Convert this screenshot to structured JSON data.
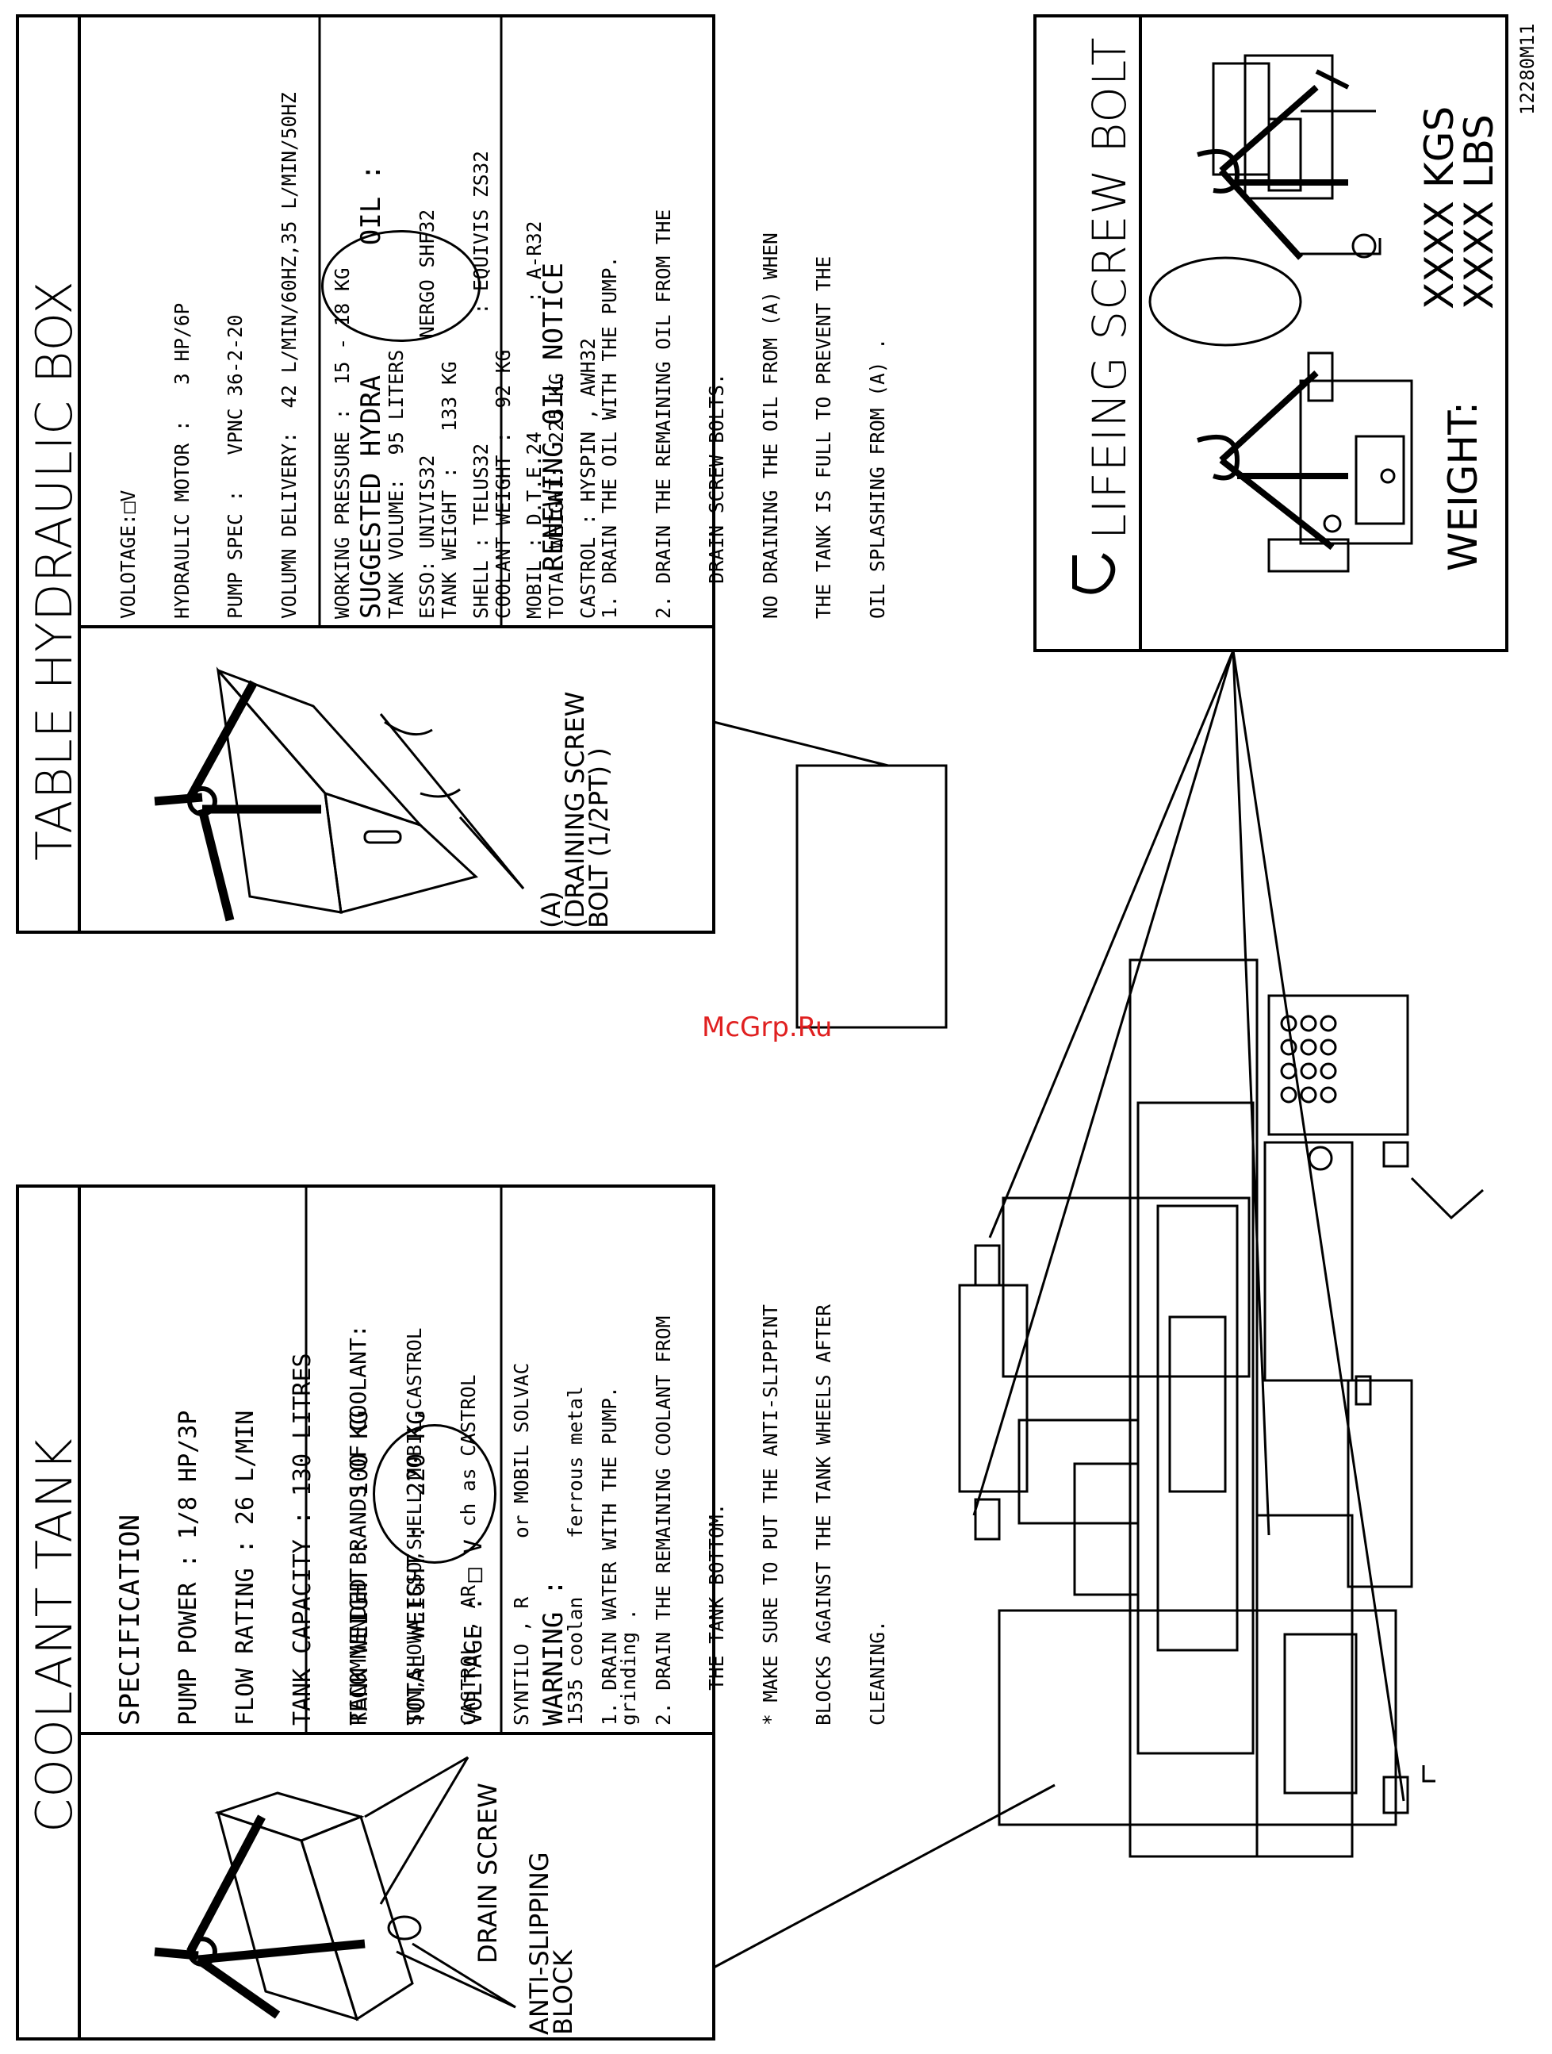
{
  "drawing_number": "12280M11",
  "watermark": "McGrp.Ru",
  "coolant_tank": {
    "title": "COOLANT TANK",
    "spec_heading": "SPECIFICATION",
    "spec_lines": [
      "PUMP POWER : 1/8 HP/3P",
      "FLOW RATING : 26 L/MIN",
      "TANK CAPACITY : 130 LITRES",
      "TANK WEIGHT :   100 KG",
      "TOTAL WEIGHT :  220 KG",
      "VOLTAGE : □ V"
    ],
    "brands_heading": "RECOMMENDED BRANDS OF COOLANT:",
    "brands_lines": [
      "SUN,SHOWA,ESSO,SHELL,MOBIL,CASTROL",
      "CASTROL , AR     ch as CASTROL",
      "SYNTILO , R     or MOBIL SOLVAC",
      "1535 coolan     ferrous metal",
      "grinding ."
    ],
    "warning_heading": "WARNING :",
    "warning_lines": [
      "1. DRAIN WATER WITH THE PUMP.",
      "2. DRAIN THE REMAINING COOLANT FROM",
      "   THE TANK BOTTOM.",
      "* MAKE SURE TO PUT THE ANTI-SLIPPINT",
      "BLOCKS AGAINST THE TANK WHEELS AFTER",
      "CLEANING."
    ],
    "callout_drain_screw": "DRAIN SCREW",
    "callout_anti_slip": "ANTI-SLIPPING\nBLOCK"
  },
  "hydraulic_box": {
    "title": "TABLE HYDRAULIC BOX",
    "spec_lines": [
      "VOLOTAGE:□V",
      "HYDRAULIC MOTOR :   3 HP/6P",
      "PUMP SPEC :   VPNC 36-2-20",
      "VOLUMN DELIVERY:  42 L/MIN/60HZ,35 L/MIN/50HZ",
      "WORKING PRESSURE :  15 - 18 KG",
      "TANK VOLUME:  95 LITERS",
      "TANK WEIGHT :   133 KG",
      "COOLANT WEIGHT :  92 KG",
      "TOTAL WEIGHT:  225 KG"
    ],
    "oil_heading": "SUGGESTED HYDRA        OIL :",
    "oil_lines": [
      "ESSO: UNIVIS32          NERGO SHF32",
      "SHELL : TELUS32           : EQUIVIS ZS32",
      "MOBIL : D.T.E.24           : A-R32",
      "CASTROL : HYSPIN , AWH32"
    ],
    "renew_heading": "RENEWING OIL NOTICE",
    "renew_lines": [
      "1. DRAIN THE OIL WITH THE PUMP.",
      "2. DRAIN THE REMAINING OIL FROM THE",
      "   DRAIN SCREW BOLTS.",
      "NO DRAINING THE OIL FROM (A) WHEN",
      "THE TANK IS FULL TO PREVENT THE",
      "OIL SPLASHING FROM (A) ."
    ],
    "callout_draining": "(A)\n(DRAINING SCREW\nBOLT (1/2PT) )"
  },
  "lifting": {
    "title": "LIFEING SCREW BOLT",
    "weight_label": "WEIGHT:",
    "weight_kgs": "XXXX KGS",
    "weight_lbs": "XXXX LBS"
  }
}
